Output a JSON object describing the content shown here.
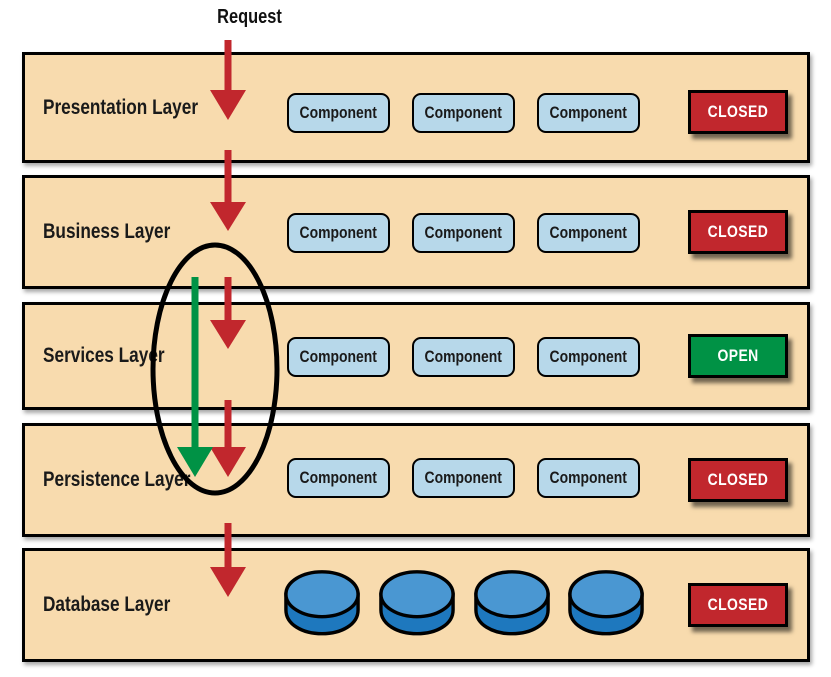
{
  "request_label": "Request",
  "layers": [
    {
      "name": "Presentation Layer",
      "status": "CLOSED",
      "components": [
        "Component",
        "Component",
        "Component"
      ]
    },
    {
      "name": "Business Layer",
      "status": "CLOSED",
      "components": [
        "Component",
        "Component",
        "Component"
      ]
    },
    {
      "name": "Services Layer",
      "status": "OPEN",
      "components": [
        "Component",
        "Component",
        "Component"
      ]
    },
    {
      "name": "Persistence Layer",
      "status": "CLOSED",
      "components": [
        "Component",
        "Component",
        "Component"
      ]
    },
    {
      "name": "Database Layer",
      "status": "CLOSED",
      "database_count": 4
    }
  ],
  "icons": {
    "database_icon": "database-cylinder",
    "request_flow_icon": "red-down-arrow",
    "open_bypass_icon": "green-down-arrow",
    "open_layer_highlight": "black-ellipse-outline"
  },
  "colors": {
    "layer_fill": "#F8DBAE",
    "component_fill": "#B7D8EA",
    "closed_badge": "#C1272D",
    "open_badge": "#009245",
    "request_arrow_red": "#C1272D",
    "bypass_arrow_green": "#009245",
    "database_top": "#4A97D2",
    "database_body": "#1E78BE",
    "outline": "#000000"
  }
}
